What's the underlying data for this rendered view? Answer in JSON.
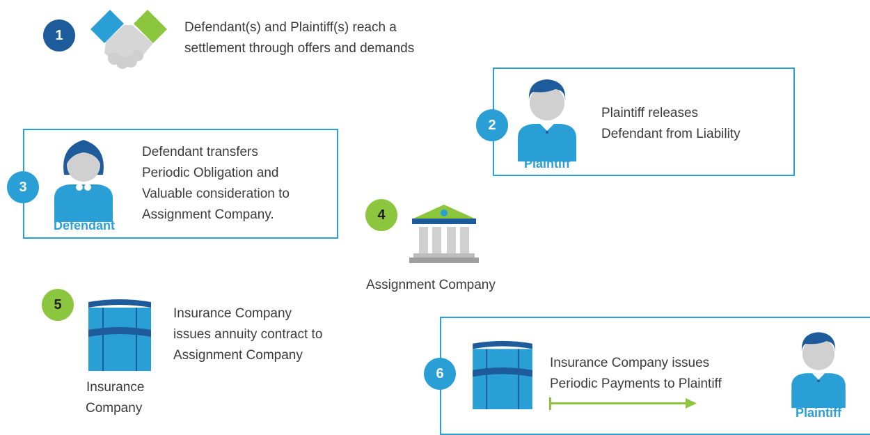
{
  "steps": [
    {
      "number": "1",
      "text": "Defendant(s) and Plaintiff(s) reach a settlement through offers and demands",
      "line1": "Defendant(s) and Plaintiff(s) reach a",
      "line2": "settlement through offers and demands"
    },
    {
      "number": "2",
      "line1": "Plaintiff releases",
      "line2": "Defendant from Liability",
      "role_label": "Plaintiff"
    },
    {
      "number": "3",
      "line1": "Defendant transfers",
      "line2": "Periodic Obligation and",
      "line3": "Valuable consideration to",
      "line4": "Assignment Company.",
      "role_label": "Defendant"
    },
    {
      "number": "4",
      "caption": "Assignment Company"
    },
    {
      "number": "5",
      "line1": "Insurance Company",
      "line2": "issues annuity contract to",
      "line3": "Assignment Company",
      "caption_line1": "Insurance",
      "caption_line2": "Company"
    },
    {
      "number": "6",
      "line1": "Insurance Company issues",
      "line2": "Periodic Payments to Plaintiff",
      "role_label": "Plaintiff"
    }
  ],
  "icons": {
    "handshake": "handshake-icon",
    "plaintiff": "plaintiff-person-icon",
    "defendant": "defendant-person-icon",
    "bank": "bank-building-icon",
    "insurance": "insurance-building-icon",
    "arrow": "arrow-right-icon"
  },
  "colors": {
    "dark_blue": "#1d5b9a",
    "light_blue": "#2a9fd6",
    "green": "#8cc63f",
    "grey": "#bdbdbd"
  }
}
